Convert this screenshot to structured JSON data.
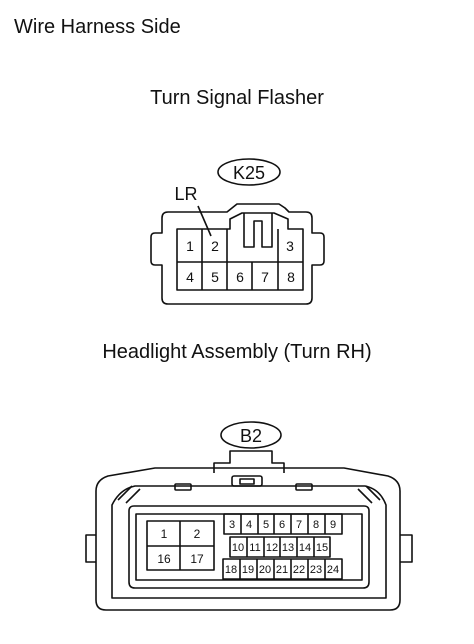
{
  "header": {
    "title": "Wire Harness Side"
  },
  "connectors": [
    {
      "title": "Turn Signal Flasher",
      "code": "K25",
      "wire_callout": {
        "label": "LR",
        "pin": "2"
      },
      "pins_row1": [
        "1",
        "2",
        "3"
      ],
      "pins_row2": [
        "4",
        "5",
        "6",
        "7",
        "8"
      ]
    },
    {
      "title": "Headlight Assembly (Turn RH)",
      "code": "B2",
      "left_block_row1": [
        "1",
        "2"
      ],
      "left_block_row2": [
        "16",
        "17"
      ],
      "right_block_row1": [
        "3",
        "4",
        "5",
        "6",
        "7",
        "8",
        "9"
      ],
      "right_block_row2": [
        "10",
        "11",
        "12",
        "13",
        "14",
        "15"
      ],
      "right_block_row3": [
        "18",
        "19",
        "20",
        "21",
        "22",
        "23",
        "24"
      ]
    }
  ]
}
